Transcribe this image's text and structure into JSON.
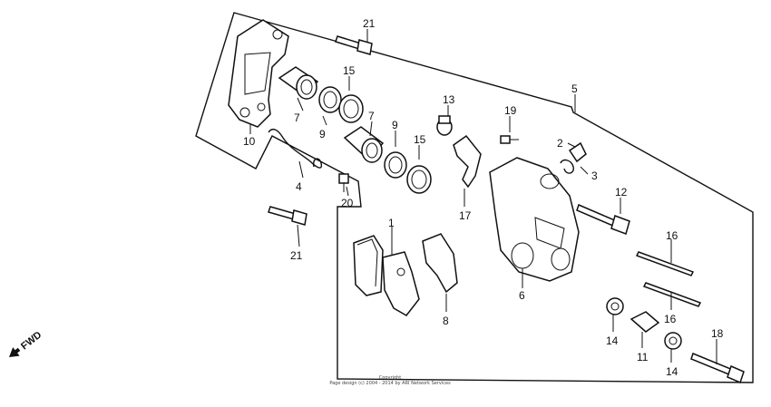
{
  "callouts": [
    {
      "id": "c21a",
      "text": "21"
    },
    {
      "id": "c15a",
      "text": "15"
    },
    {
      "id": "c7a",
      "text": "7"
    },
    {
      "id": "c9a",
      "text": "9"
    },
    {
      "id": "c10",
      "text": "10"
    },
    {
      "id": "c7b",
      "text": "7"
    },
    {
      "id": "c9b",
      "text": "9"
    },
    {
      "id": "c15b",
      "text": "15"
    },
    {
      "id": "c13",
      "text": "13"
    },
    {
      "id": "c19",
      "text": "19"
    },
    {
      "id": "c5",
      "text": "5"
    },
    {
      "id": "c2",
      "text": "2"
    },
    {
      "id": "c3",
      "text": "3"
    },
    {
      "id": "c4",
      "text": "4"
    },
    {
      "id": "c20",
      "text": "20"
    },
    {
      "id": "c17",
      "text": "17"
    },
    {
      "id": "c12",
      "text": "12"
    },
    {
      "id": "c21b",
      "text": "21"
    },
    {
      "id": "c1",
      "text": "1"
    },
    {
      "id": "c16a",
      "text": "16"
    },
    {
      "id": "c6",
      "text": "6"
    },
    {
      "id": "c16b",
      "text": "16"
    },
    {
      "id": "c8",
      "text": "8"
    },
    {
      "id": "c18",
      "text": "18"
    },
    {
      "id": "c14a",
      "text": "14"
    },
    {
      "id": "c11",
      "text": "11"
    },
    {
      "id": "c14b",
      "text": "14"
    }
  ],
  "fwd_label": "FWD",
  "copyright": {
    "line1": "Copyright",
    "line2": "Page design (c) 2004 - 2014 by ARI Network Services"
  }
}
